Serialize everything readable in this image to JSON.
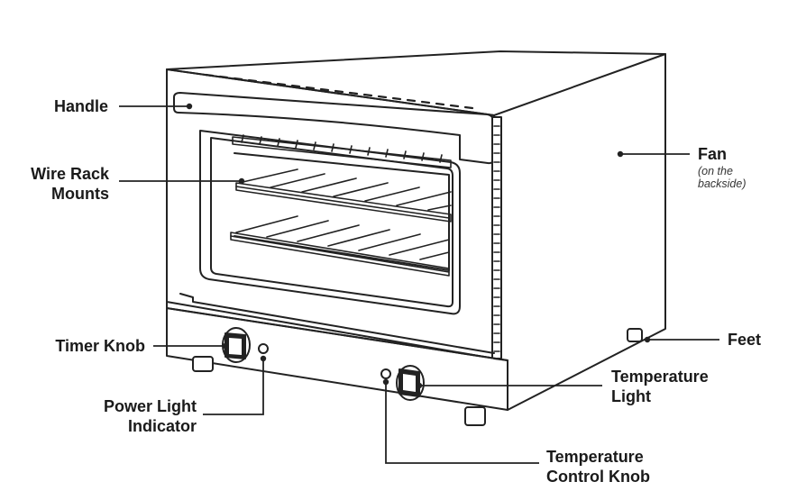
{
  "title": "",
  "labels": {
    "handle": "Handle",
    "wire_rack_mounts": [
      "Wire Rack",
      "Mounts"
    ],
    "fan": "Fan",
    "fan_note": [
      "(on the",
      "backside)"
    ],
    "feet": "Feet",
    "timer_knob": "Timer Knob",
    "power_light_indicator": [
      "Power Light",
      "Indicator"
    ],
    "temperature_light": [
      "Temperature",
      "Light"
    ],
    "temperature_control_knob": [
      "Temperature",
      "Control Knob"
    ]
  },
  "colors": {
    "line": "#222222",
    "body_fill": "#ffffff"
  }
}
